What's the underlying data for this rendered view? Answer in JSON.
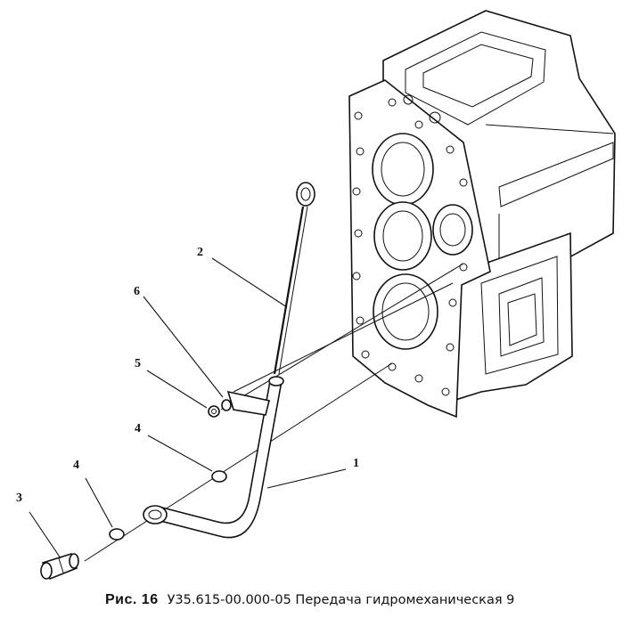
{
  "callouts": {
    "c1": "1",
    "c2": "2",
    "c3": "3",
    "c4a": "4",
    "c4b": "4",
    "c5": "5",
    "c6": "6"
  },
  "caption": {
    "figure": "Рис. 16",
    "text": "У35.615-00.000-05  Передача  гидромеханическая  9"
  }
}
